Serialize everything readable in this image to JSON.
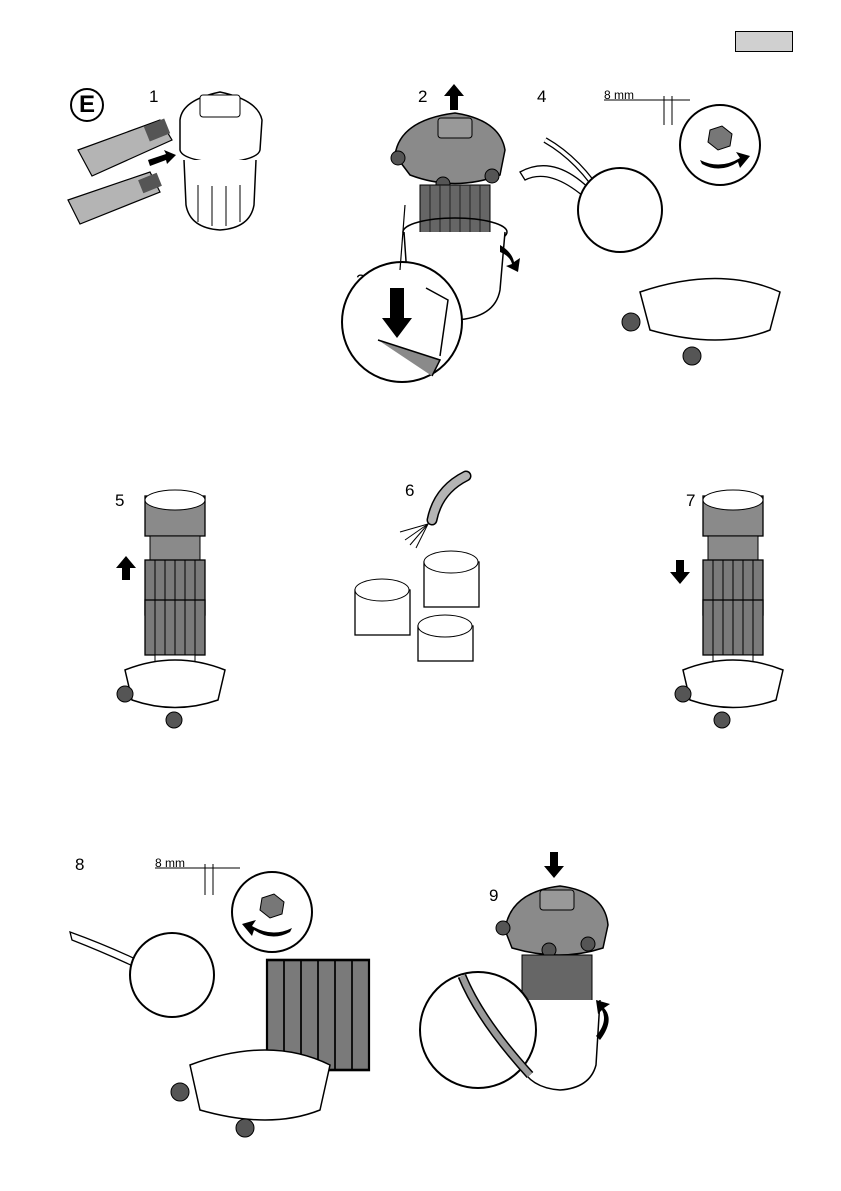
{
  "section_badge": "E",
  "steps": [
    "1",
    "2",
    "3",
    "4",
    "5",
    "6",
    "7",
    "8",
    "9"
  ],
  "dimensions": {
    "top": "8 mm",
    "bottom": "8 mm"
  },
  "colors": {
    "dark_part": "#7a7a7a",
    "light_part": "#ffffff",
    "hose": "#b4b4b4",
    "lang_box": "#d0d0d0"
  }
}
